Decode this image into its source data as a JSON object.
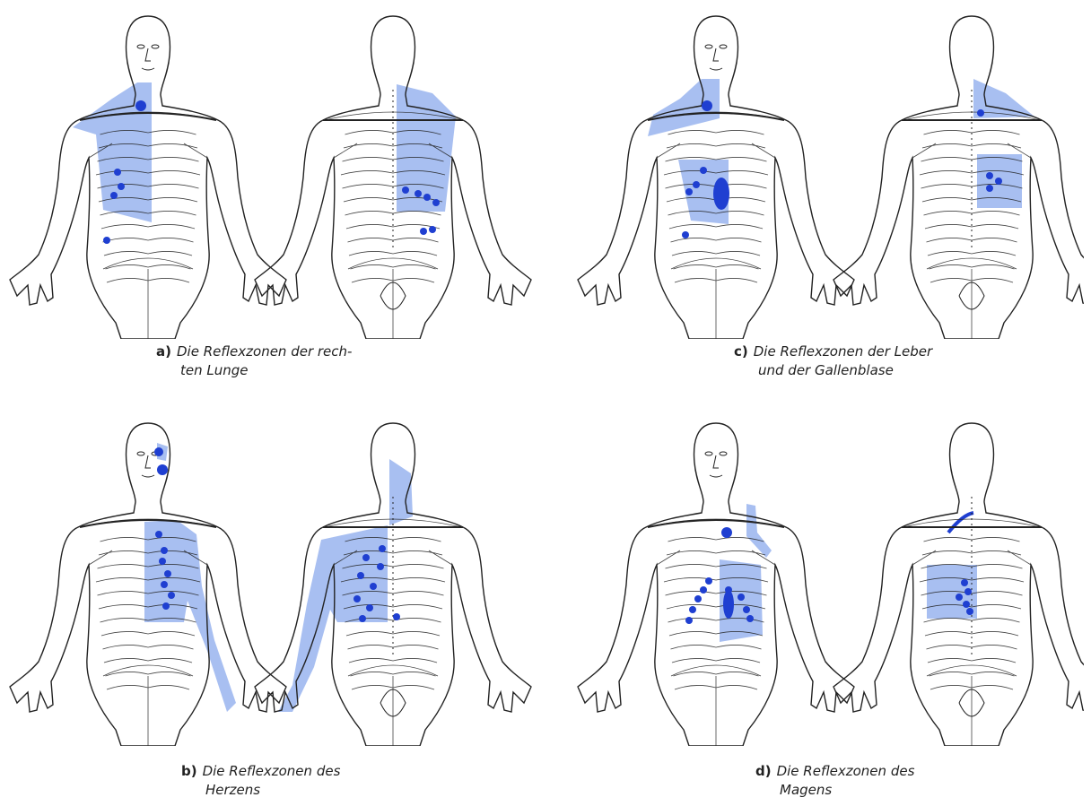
{
  "panels": [
    {
      "id": "a",
      "letter": "a)",
      "line1": "Die Reflexzonen der rech-",
      "line2": "ten Lunge"
    },
    {
      "id": "c",
      "letter": "c)",
      "line1": "Die Reflexzonen der Leber",
      "line2": "und der Gallenblase"
    },
    {
      "id": "b",
      "letter": "b)",
      "line1": "Die Reflexzonen des",
      "line2": "Herzens"
    },
    {
      "id": "d",
      "letter": "d)",
      "line1": "Die Reflexzonen des",
      "line2": "Magens"
    }
  ],
  "colors": {
    "zone_fill": "#9fb8ef",
    "point_fill": "#1f3fd1",
    "outline": "#222222",
    "background": "#ffffff"
  }
}
